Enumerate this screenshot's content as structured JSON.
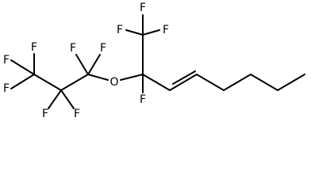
{
  "structure": {
    "atoms": {
      "cf3_left": [
        "F",
        "F",
        "F"
      ],
      "cf2_middle": [
        "F",
        "F"
      ],
      "cf2_ether": [
        "F",
        "F"
      ],
      "oxygen": "O",
      "quaternary": "F",
      "cf3_top": [
        "F",
        "F",
        "F"
      ]
    },
    "bond_color": "#000000",
    "background": "#ffffff"
  }
}
